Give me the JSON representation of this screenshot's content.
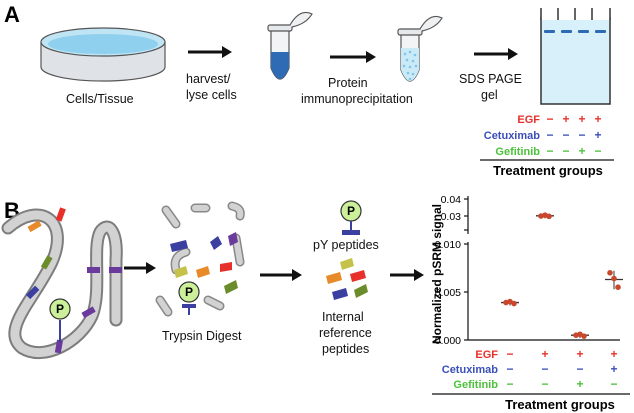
{
  "panel_a": {
    "letter": "A",
    "step_labels": {
      "cells": "Cells/Tissue",
      "harvest_line1": "harvest/",
      "harvest_line2": "lyse cells",
      "protein_line1": "Protein",
      "protein_line2": "immunoprecipitation",
      "sds_line1": "SDS PAGE",
      "sds_line2": "gel"
    },
    "rows": [
      {
        "name": "EGF",
        "color": "#e8302a",
        "signs": [
          "−",
          "+",
          "+",
          "+"
        ]
      },
      {
        "name": "Cetuximab",
        "color": "#3a4fb8",
        "signs": [
          "−",
          "−",
          "−",
          "+"
        ]
      },
      {
        "name": "Gefitinib",
        "color": "#4cc23c",
        "signs": [
          "−",
          "−",
          "+",
          "−"
        ]
      }
    ],
    "treatment_title": "Treatment groups"
  },
  "panel_b": {
    "letter": "B",
    "labels": {
      "p_badge": "P",
      "trypsin": "Trypsin Digest",
      "py_peptides": "pY peptides",
      "internal_line1": "Internal",
      "internal_line2": "reference",
      "internal_line3": "peptides"
    },
    "rows": [
      {
        "name": "EGF",
        "color": "#e8302a",
        "signs": [
          "−",
          "+",
          "+",
          "+"
        ]
      },
      {
        "name": "Cetuximab",
        "color": "#3a4fb8",
        "signs": [
          "−",
          "−",
          "−",
          "+"
        ]
      },
      {
        "name": "Gefitinib",
        "color": "#4cc23c",
        "signs": [
          "−",
          "−",
          "+",
          "−"
        ]
      }
    ],
    "treatment_title": "Treatment groups"
  },
  "chart_data": {
    "type": "scatter",
    "ylabel": "Normalized pSRM signal",
    "broken_axis": true,
    "upper_ticks": [
      "0.04",
      "0.03"
    ],
    "lower_ticks": [
      "0.010",
      "0.005",
      "0.000"
    ],
    "lower_ylim": [
      0,
      0.01
    ],
    "upper_ylim": [
      0.028,
      0.04
    ],
    "groups": [
      {
        "values": [
          0.0039,
          0.004,
          0.0038
        ],
        "mean": 0.0039,
        "color": "#c9472c"
      },
      {
        "values": [
          0.03,
          0.0305,
          0.0298
        ],
        "mean": 0.0301,
        "color": "#c9472c"
      },
      {
        "values": [
          0.0005,
          0.0006,
          0.0004
        ],
        "mean": 0.0005,
        "color": "#c9472c"
      },
      {
        "values": [
          0.007,
          0.0064,
          0.0055
        ],
        "mean": 0.0063,
        "color": "#c9472c"
      }
    ]
  }
}
